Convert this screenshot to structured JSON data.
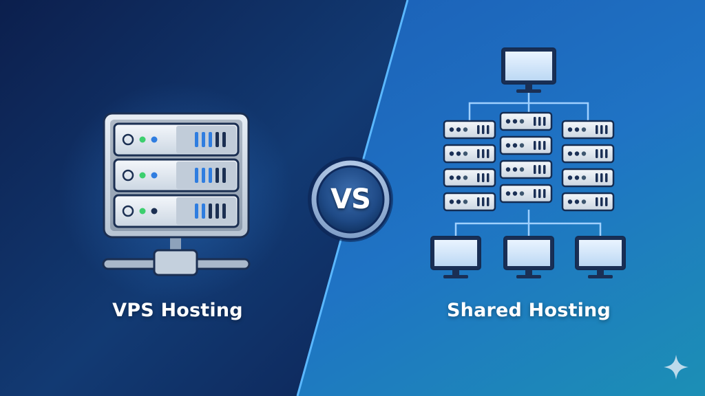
{
  "left": {
    "label": "VPS Hosting",
    "illustration": "dedicated-server-rack-icon"
  },
  "right": {
    "label": "Shared Hosting",
    "illustration": "shared-server-network-icon"
  },
  "versus": {
    "label": "VS"
  },
  "watermark": {
    "icon": "sparkle-icon"
  },
  "colors": {
    "left_bg": "#0f2a5c",
    "right_bg": "#1f6fc0",
    "divider": "#5bb8ff",
    "server_face": "#d9e2ec",
    "led_green": "#3ccf6e",
    "led_blue": "#2f7de0"
  }
}
